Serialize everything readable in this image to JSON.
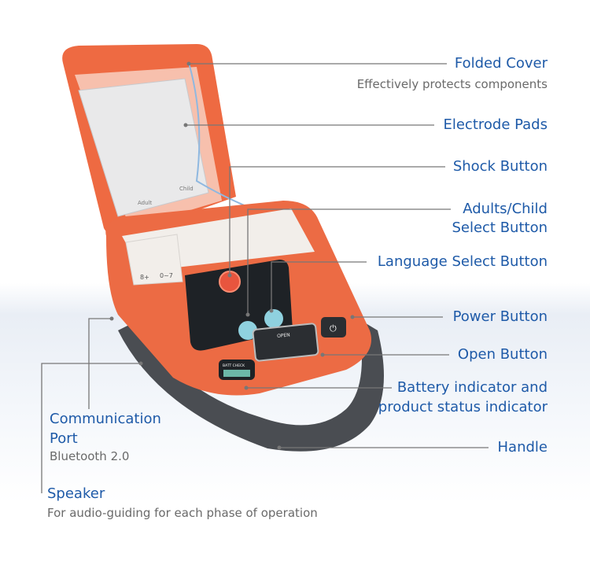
{
  "callouts": {
    "folded_cover": {
      "title": "Folded Cover",
      "desc": "Effectively protects components"
    },
    "electrode_pads": {
      "title": "Electrode Pads"
    },
    "shock_button": {
      "title": "Shock Button"
    },
    "adults_child": {
      "title_line1": "Adults/Child",
      "title_line2": "Select Button"
    },
    "language": {
      "title": "Language Select Button"
    },
    "power": {
      "title": "Power Button"
    },
    "open": {
      "title": "Open Button"
    },
    "battery": {
      "title_line1": "Battery indicator and",
      "title_line2": "product status indicator"
    },
    "handle": {
      "title": "Handle"
    },
    "comm_port": {
      "title_line1": "Communication",
      "title_line2": "Port",
      "desc": "Bluetooth 2.0"
    },
    "speaker": {
      "title": "Speaker",
      "desc": "For audio-guiding for each phase of operation"
    }
  },
  "device": {
    "open_label": "OPEN",
    "batt_label": "BATT CHECK",
    "pad_adult": "Adult",
    "pad_child": "Child",
    "age_adult": "8+",
    "age_child": "0~7"
  },
  "colors": {
    "accent": "#1e5aa8",
    "body": "#ee6a42",
    "handle": "#4a4d52"
  }
}
